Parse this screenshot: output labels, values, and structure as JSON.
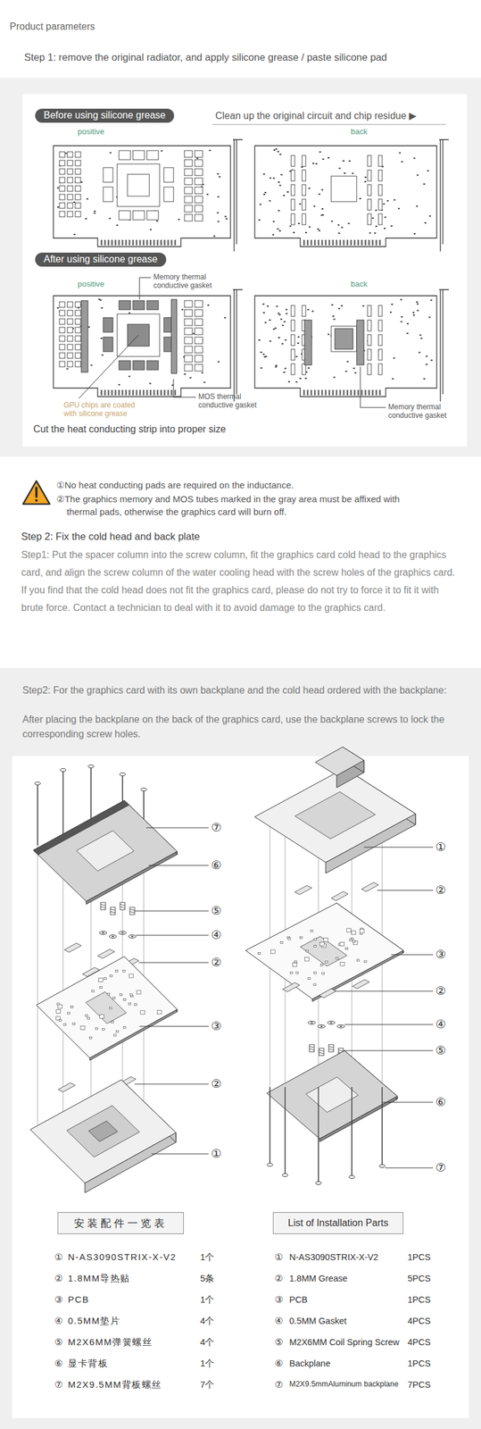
{
  "diagram": {
    "title": "Product parameters",
    "nodes": [
      {
        "text": [
          "Before using silicone grease"
        ]
      },
      {
        "text": [
          "After using silicone grease"
        ]
      },
      {
        "text": [
          "安装配件一览表"
        ]
      },
      {
        "text": [
          "List of Installation Parts"
        ]
      }
    ],
    "labels": [
      "Step 1: remove the original radiator, and apply silicone grease / paste silicone pad",
      "Clean up the original circuit and chip residue ▶",
      "positive",
      "back",
      "positive",
      "back",
      "Memory thermal conductive gasket",
      "GPU chips are coated with silicone grease",
      "MOS thermal conductive gasket",
      "Memory thermal conductive gasket",
      "Cut the heat conducting strip into proper size",
      "①No heat conducting pads are required on the inductance.",
      "②The graphics memory and MOS tubes marked in the gray area must be affixed with thermal pads, otherwise the graphics card will burn off.",
      "Step 2: Fix the cold head and back plate",
      "Step1: Put the spacer column into the screw column, fit the graphics card cold head to the graphics card, and align the screw column of the water cooling head with the screw holes of the graphics card. If you find that the cold head does not fit the graphics card, please do not try to force it to fit it with brute force. Contact a technician to deal with it to avoid damage to the graphics card.",
      "Step2: For the graphics card with its own backplane and the cold head ordered with the backplane:",
      "After placing the backplane on the back of the graphics card, use the backplane screws to lock the corresponding screw holes.",
      "⑦",
      "⑥",
      "⑤",
      "④",
      "②",
      "③",
      "②",
      "①",
      "①",
      "②",
      "③",
      "②",
      "④",
      "⑤",
      "⑥",
      "⑦",
      "①",
      "N-AS3090STRIX-X-V2",
      "1个",
      "②",
      "1.8MM导热贴",
      "5条",
      "③",
      "PCB",
      "1个",
      "④",
      "0.5MM垫片",
      "4个",
      "⑤",
      "M2X6MM弹簧螺丝",
      "4个",
      "⑥",
      "显卡背板",
      "1个",
      "⑦",
      "M2X9.5MM背板螺丝",
      "7个",
      "①",
      "N-AS3090STRIX-X-V2",
      "1PCS",
      "②",
      "1.8MM Grease",
      "5PCS",
      "③",
      "PCB",
      "1PCS",
      "④",
      "0.5MM Gasket",
      "4PCS",
      "⑤",
      "M2X6MM Coil Spring Screw",
      "4PCS",
      "⑥",
      "Backplane",
      "1PCS",
      "⑦",
      "M2X9.5mmAluminum backplane",
      "7PCS"
    ]
  }
}
